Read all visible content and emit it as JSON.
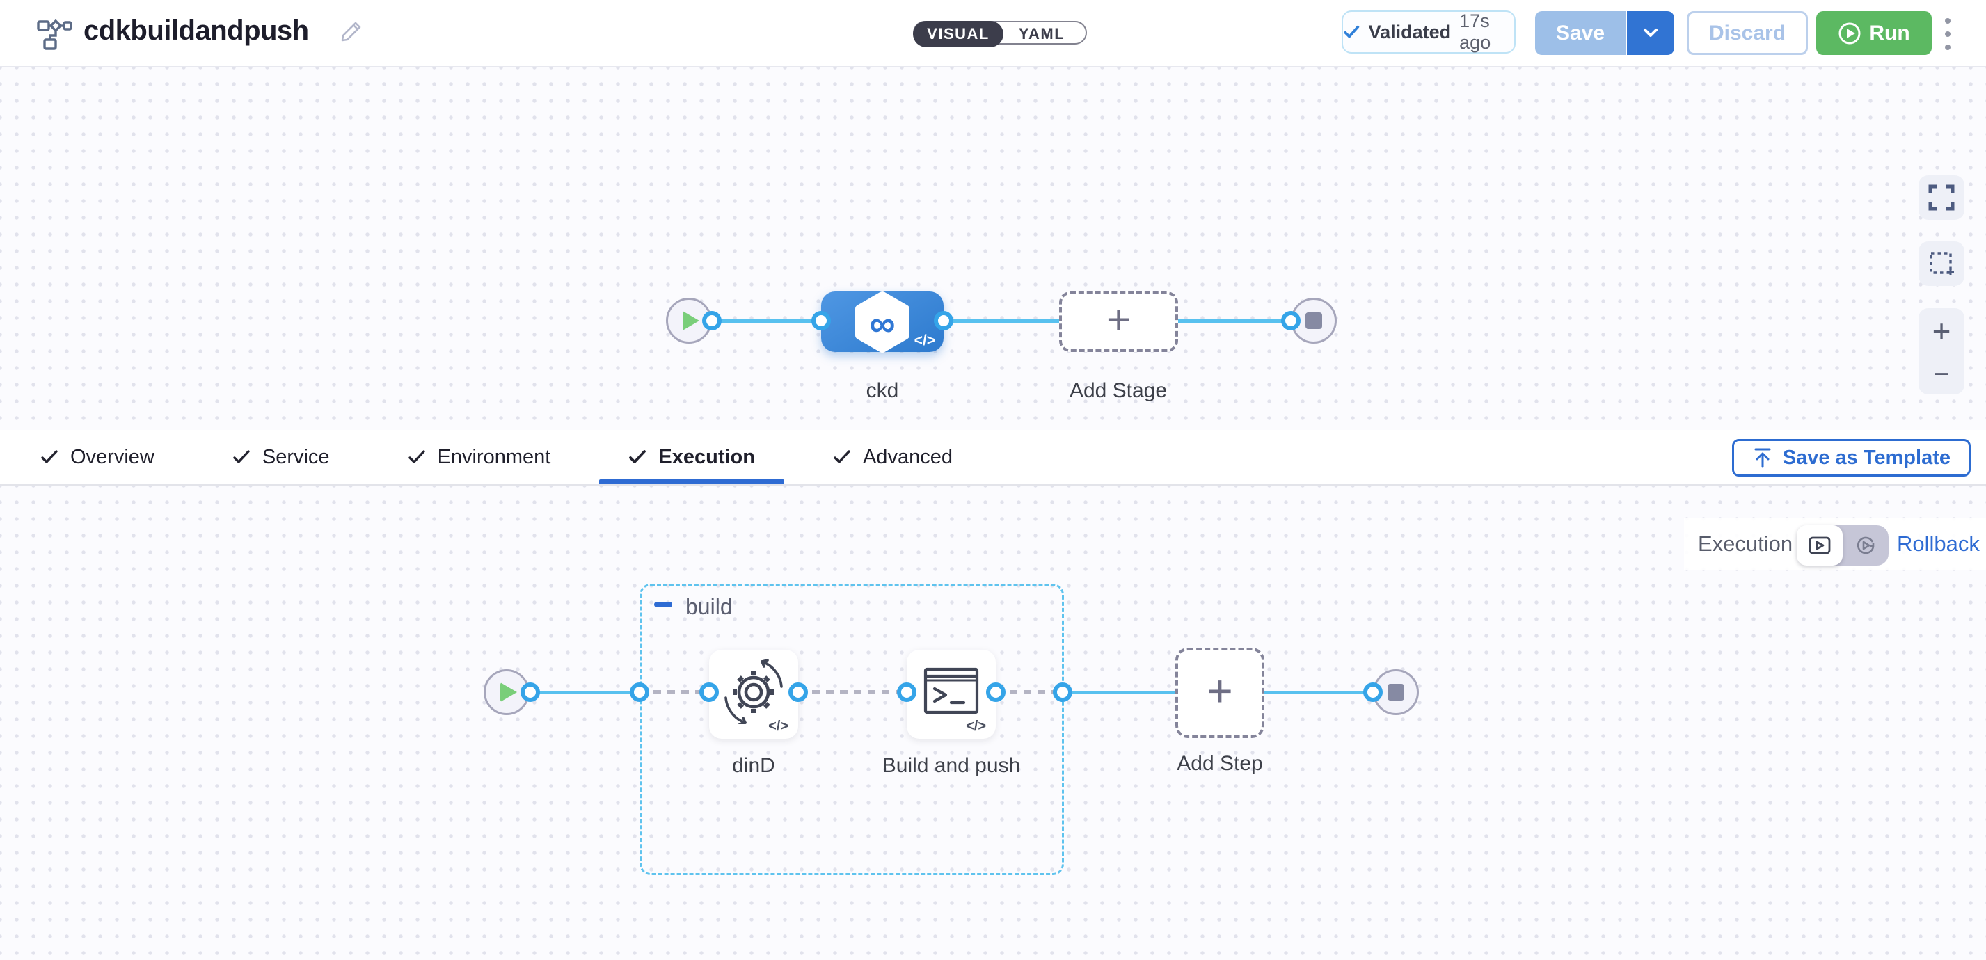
{
  "header": {
    "title": "cdkbuildandpush",
    "mode_visual": "VISUAL",
    "mode_yaml": "YAML",
    "validated_label": "Validated",
    "validated_time": "17s ago",
    "save": "Save",
    "discard": "Discard",
    "run": "Run"
  },
  "stage_pipeline": {
    "stage_name": "ckd",
    "add_stage": "Add Stage"
  },
  "tabs": {
    "overview": "Overview",
    "service": "Service",
    "environment": "Environment",
    "execution": "Execution",
    "advanced": "Advanced",
    "save_as_template": "Save as Template"
  },
  "execution": {
    "mode_label": "Execution",
    "rollback": "Rollback",
    "group": "build",
    "step1": "dinD",
    "step2": "Build and push",
    "add_step": "Add Step"
  },
  "icons": {
    "code": "</>",
    "infinity": "∞",
    "plus": "+",
    "minus": "−"
  },
  "colors": {
    "accent_blue": "#2d6cd1",
    "node_blue": "#3a86d8",
    "link_blue": "#58c1ef",
    "dashed_group_blue": "#5fc3ee",
    "run_green": "#5cb962",
    "save_disabled_blue": "#9dbfe8",
    "save_caret_blue": "#3174d3",
    "canvas_dot": "#e1e2ec"
  }
}
